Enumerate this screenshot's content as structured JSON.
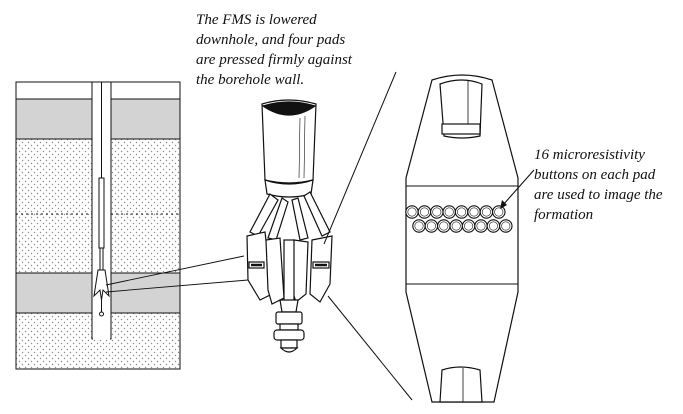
{
  "captions": {
    "top": [
      "The FMS is lowered",
      "downhole, and four pads",
      "are pressed firmly against",
      "the borehole wall."
    ],
    "right": [
      "16 microresistivity",
      "buttons on each pad",
      "are used to image the",
      "formation"
    ]
  },
  "colors": {
    "ink": "#111111",
    "shale": "#d3d3d3",
    "sand_dots": "#8a8a8a",
    "background": "#ffffff"
  },
  "pad_buttons": {
    "top_row": 8,
    "bottom_row": 8
  }
}
